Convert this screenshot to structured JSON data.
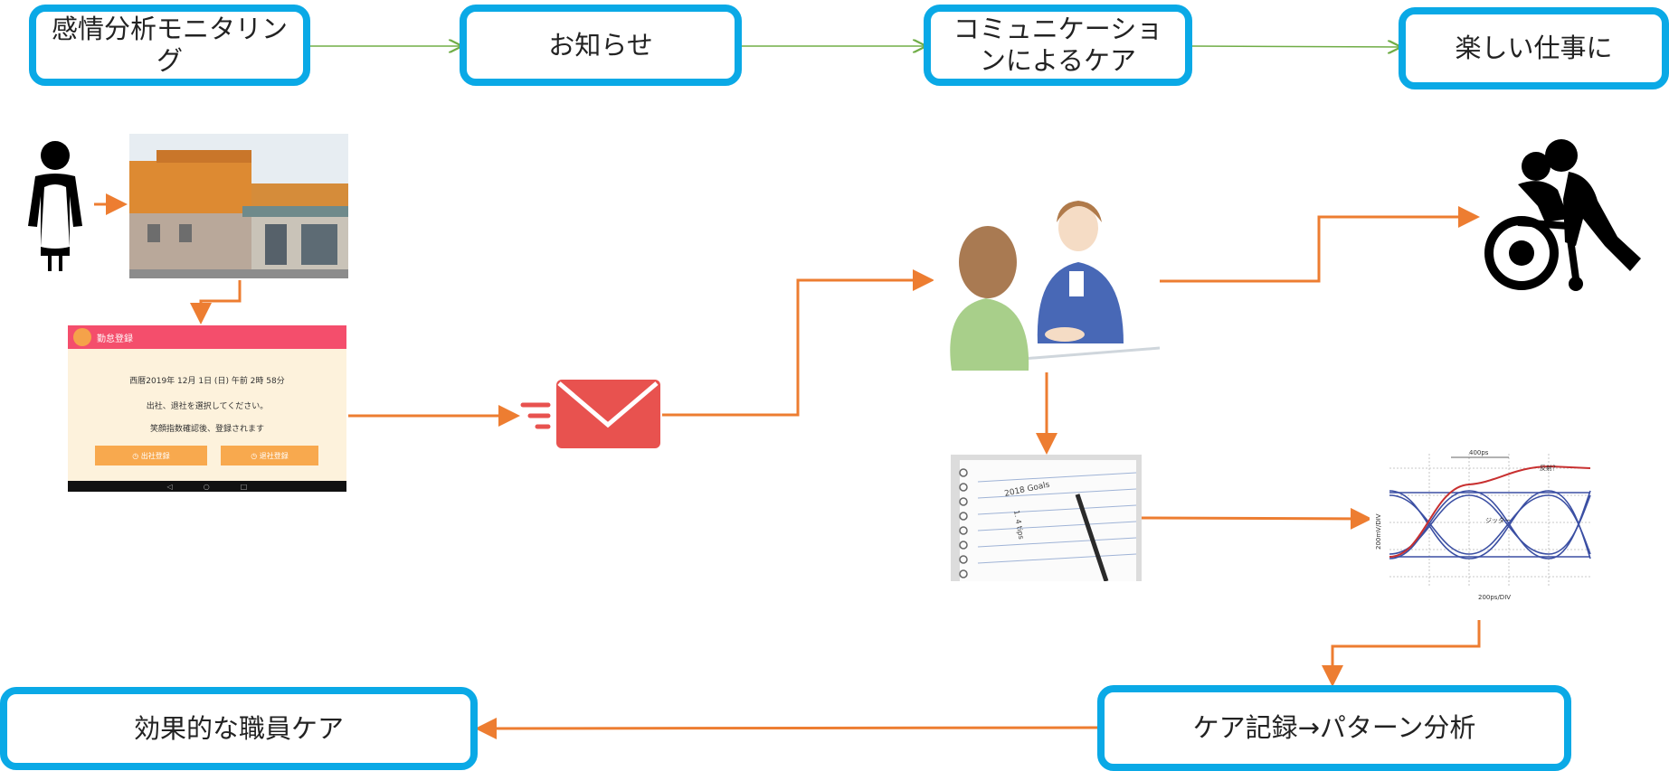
{
  "top_steps": [
    {
      "label": "感情分析モニタリング"
    },
    {
      "label": "お知らせ"
    },
    {
      "label": "コミュニケーションによるケア"
    },
    {
      "label": "楽しい仕事に"
    }
  ],
  "bottom_steps": {
    "left": "効果的な職員ケア",
    "right": "ケア記録→パターン分析"
  },
  "phone_screen": {
    "title": "勤怠登録",
    "datetime": "西暦2019年 12月 1日 (日) 午前 2時 58分",
    "instruction": "出社、退社を選択してください。",
    "note": "笑顔指数確認後、登録されます",
    "btn_in": "出社登録",
    "btn_out": "退社登録",
    "nav": [
      "◁",
      "○",
      "□"
    ]
  },
  "notebook": {
    "text1": "2018 Goals",
    "text2": "1. 4 tips"
  },
  "eye_diagram": {
    "top_label": "400ps",
    "reflection_label": "反射？",
    "jitter_label": "ジッター",
    "y_label": "200mV/DIV",
    "x_label": "200ps/DIV"
  },
  "colors": {
    "box_border": "#0aa9e6",
    "arrow_orange": "#ed7d31",
    "arrow_green": "#70ad47",
    "mail_red": "#e8524f"
  },
  "icons": [
    "worker-apron-icon",
    "building-photo",
    "mail-icon",
    "counseling-illustration",
    "notebook-photo",
    "eye-diagram-chart",
    "wheelchair-care-icon"
  ]
}
